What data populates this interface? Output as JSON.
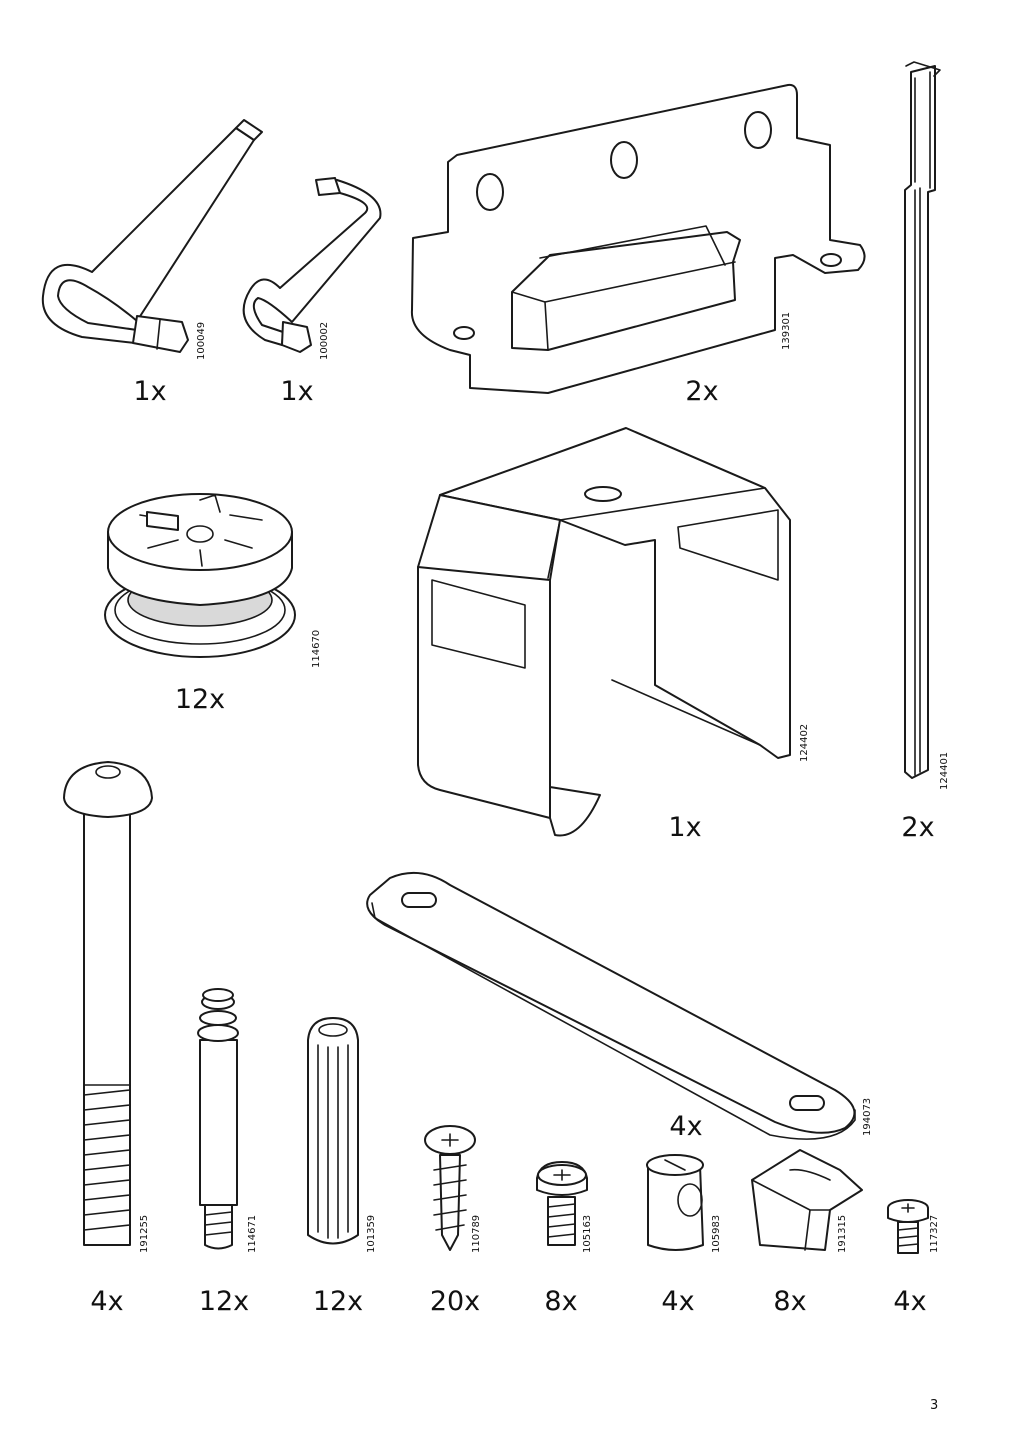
{
  "page_number": "3",
  "parts": [
    {
      "code": "100049",
      "quantity": "1x",
      "name": "large-allen-key"
    },
    {
      "code": "100002",
      "quantity": "1x",
      "name": "small-allen-key"
    },
    {
      "code": "139301",
      "quantity": "2x",
      "name": "wall-bracket"
    },
    {
      "code": "114670",
      "quantity": "12x",
      "name": "cam-lock"
    },
    {
      "code": "124402",
      "quantity": "1x",
      "name": "u-bracket"
    },
    {
      "code": "124401",
      "quantity": "2x",
      "name": "long-rail"
    },
    {
      "code": "194073",
      "quantity": "4x",
      "name": "flat-connector-plate"
    },
    {
      "code": "191255",
      "quantity": "4x",
      "name": "long-bolt"
    },
    {
      "code": "114671",
      "quantity": "12x",
      "name": "cam-pin"
    },
    {
      "code": "101359",
      "quantity": "12x",
      "name": "wooden-dowel"
    },
    {
      "code": "110789",
      "quantity": "20x",
      "name": "wood-screw"
    },
    {
      "code": "105163",
      "quantity": "8x",
      "name": "machine-screw"
    },
    {
      "code": "105983",
      "quantity": "4x",
      "name": "barrel-nut"
    },
    {
      "code": "191315",
      "quantity": "8x",
      "name": "plastic-cap"
    },
    {
      "code": "117327",
      "quantity": "4x",
      "name": "small-screw"
    }
  ]
}
